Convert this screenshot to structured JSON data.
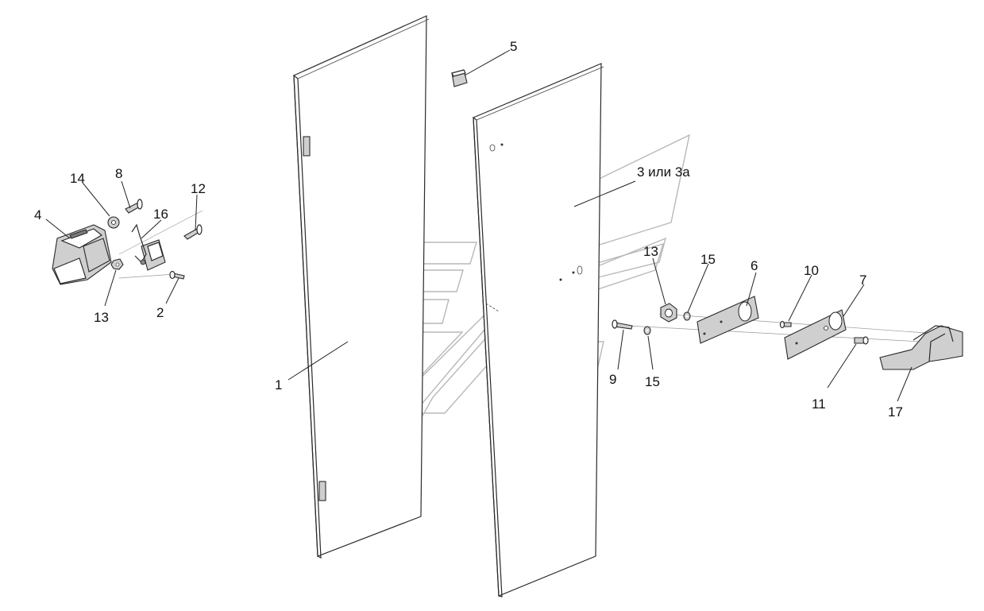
{
  "callouts": [
    {
      "id": "1",
      "text": "1"
    },
    {
      "id": "2",
      "text": "2"
    },
    {
      "id": "3",
      "text": "3 или 3а"
    },
    {
      "id": "4",
      "text": "4"
    },
    {
      "id": "5",
      "text": "5"
    },
    {
      "id": "6",
      "text": "6"
    },
    {
      "id": "7",
      "text": "7"
    },
    {
      "id": "8",
      "text": "8"
    },
    {
      "id": "9",
      "text": "9"
    },
    {
      "id": "10",
      "text": "10"
    },
    {
      "id": "11",
      "text": "11"
    },
    {
      "id": "12",
      "text": "12"
    },
    {
      "id": "13a",
      "text": "13"
    },
    {
      "id": "13b",
      "text": "13"
    },
    {
      "id": "14",
      "text": "14"
    },
    {
      "id": "15a",
      "text": "15"
    },
    {
      "id": "15b",
      "text": "15"
    },
    {
      "id": "16",
      "text": "16"
    },
    {
      "id": "17",
      "text": "17"
    }
  ]
}
